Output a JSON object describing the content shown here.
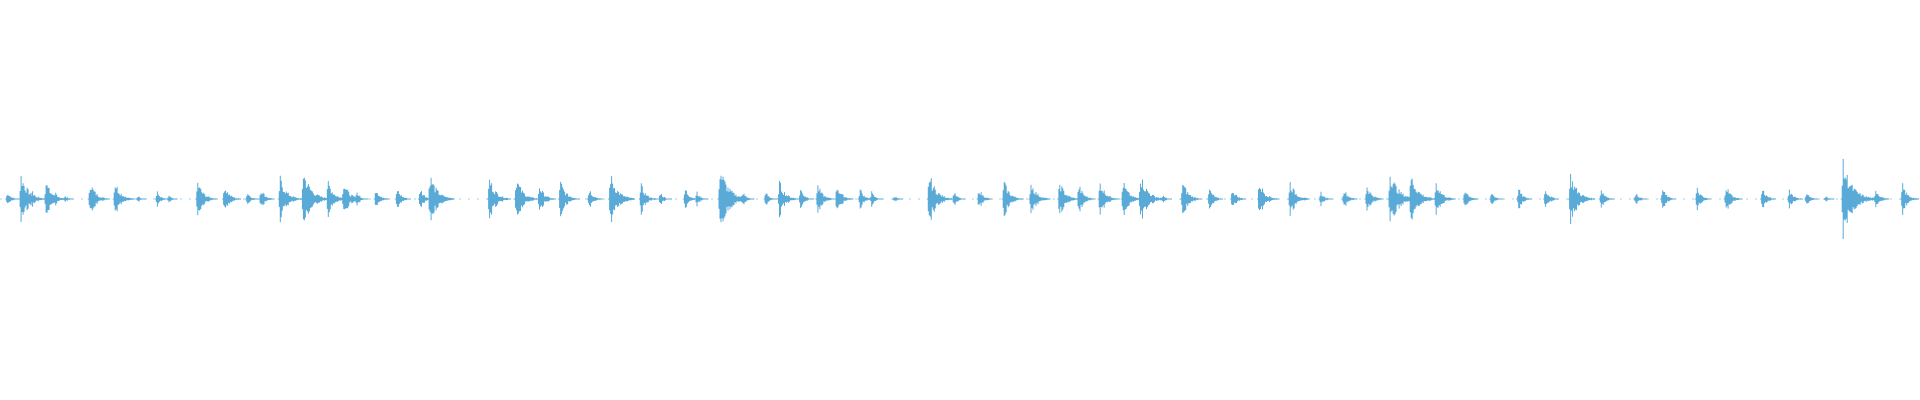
{
  "waveform": {
    "color": "#5aaad8",
    "background": "#ffffff",
    "view": "audio-waveform-strip",
    "bursts": [
      {
        "t": 0.004,
        "a": 0.02
      },
      {
        "t": 0.011,
        "a": 0.07
      },
      {
        "t": 0.017,
        "a": 0.02
      },
      {
        "t": 0.024,
        "a": 0.05
      },
      {
        "t": 0.029,
        "a": 0.02
      },
      {
        "t": 0.034,
        "a": 0.01
      },
      {
        "t": 0.047,
        "a": 0.05
      },
      {
        "t": 0.06,
        "a": 0.05
      },
      {
        "t": 0.072,
        "a": 0.01
      },
      {
        "t": 0.082,
        "a": 0.02
      },
      {
        "t": 0.088,
        "a": 0.01
      },
      {
        "t": 0.103,
        "a": 0.05
      },
      {
        "t": 0.117,
        "a": 0.04
      },
      {
        "t": 0.129,
        "a": 0.02
      },
      {
        "t": 0.136,
        "a": 0.03
      },
      {
        "t": 0.146,
        "a": 0.06
      },
      {
        "t": 0.158,
        "a": 0.08
      },
      {
        "t": 0.171,
        "a": 0.05
      },
      {
        "t": 0.179,
        "a": 0.05
      },
      {
        "t": 0.186,
        "a": 0.02
      },
      {
        "t": 0.196,
        "a": 0.03
      },
      {
        "t": 0.207,
        "a": 0.03
      },
      {
        "t": 0.219,
        "a": 0.03
      },
      {
        "t": 0.224,
        "a": 0.07
      },
      {
        "t": 0.232,
        "a": 0.01
      },
      {
        "t": 0.255,
        "a": 0.06
      },
      {
        "t": 0.269,
        "a": 0.06
      },
      {
        "t": 0.281,
        "a": 0.04
      },
      {
        "t": 0.292,
        "a": 0.05
      },
      {
        "t": 0.307,
        "a": 0.03
      },
      {
        "t": 0.318,
        "a": 0.07
      },
      {
        "t": 0.334,
        "a": 0.04
      },
      {
        "t": 0.344,
        "a": 0.02
      },
      {
        "t": 0.357,
        "a": 0.03
      },
      {
        "t": 0.363,
        "a": 0.02
      },
      {
        "t": 0.375,
        "a": 0.09
      },
      {
        "t": 0.387,
        "a": 0.02
      },
      {
        "t": 0.399,
        "a": 0.02
      },
      {
        "t": 0.406,
        "a": 0.05
      },
      {
        "t": 0.417,
        "a": 0.03
      },
      {
        "t": 0.426,
        "a": 0.04
      },
      {
        "t": 0.436,
        "a": 0.04
      },
      {
        "t": 0.448,
        "a": 0.03
      },
      {
        "t": 0.454,
        "a": 0.02
      },
      {
        "t": 0.466,
        "a": 0.01
      },
      {
        "t": 0.484,
        "a": 0.07
      },
      {
        "t": 0.497,
        "a": 0.02
      },
      {
        "t": 0.51,
        "a": 0.03
      },
      {
        "t": 0.523,
        "a": 0.05
      },
      {
        "t": 0.537,
        "a": 0.05
      },
      {
        "t": 0.552,
        "a": 0.05
      },
      {
        "t": 0.562,
        "a": 0.04
      },
      {
        "t": 0.573,
        "a": 0.05
      },
      {
        "t": 0.585,
        "a": 0.05
      },
      {
        "t": 0.594,
        "a": 0.07
      },
      {
        "t": 0.606,
        "a": 0.01
      },
      {
        "t": 0.616,
        "a": 0.05
      },
      {
        "t": 0.63,
        "a": 0.03
      },
      {
        "t": 0.642,
        "a": 0.03
      },
      {
        "t": 0.656,
        "a": 0.05
      },
      {
        "t": 0.672,
        "a": 0.05
      },
      {
        "t": 0.688,
        "a": 0.02
      },
      {
        "t": 0.7,
        "a": 0.03
      },
      {
        "t": 0.712,
        "a": 0.04
      },
      {
        "t": 0.724,
        "a": 0.08
      },
      {
        "t": 0.735,
        "a": 0.07
      },
      {
        "t": 0.748,
        "a": 0.05
      },
      {
        "t": 0.763,
        "a": 0.03
      },
      {
        "t": 0.777,
        "a": 0.02
      },
      {
        "t": 0.791,
        "a": 0.03
      },
      {
        "t": 0.805,
        "a": 0.03
      },
      {
        "t": 0.818,
        "a": 0.07
      },
      {
        "t": 0.834,
        "a": 0.03
      },
      {
        "t": 0.852,
        "a": 0.02
      },
      {
        "t": 0.866,
        "a": 0.03
      },
      {
        "t": 0.884,
        "a": 0.03
      },
      {
        "t": 0.899,
        "a": 0.04
      },
      {
        "t": 0.918,
        "a": 0.03
      },
      {
        "t": 0.932,
        "a": 0.03
      },
      {
        "t": 0.941,
        "a": 0.02
      },
      {
        "t": 0.951,
        "a": 0.01
      },
      {
        "t": 0.96,
        "a": 0.1
      },
      {
        "t": 0.977,
        "a": 0.03
      },
      {
        "t": 0.991,
        "a": 0.04
      }
    ]
  }
}
